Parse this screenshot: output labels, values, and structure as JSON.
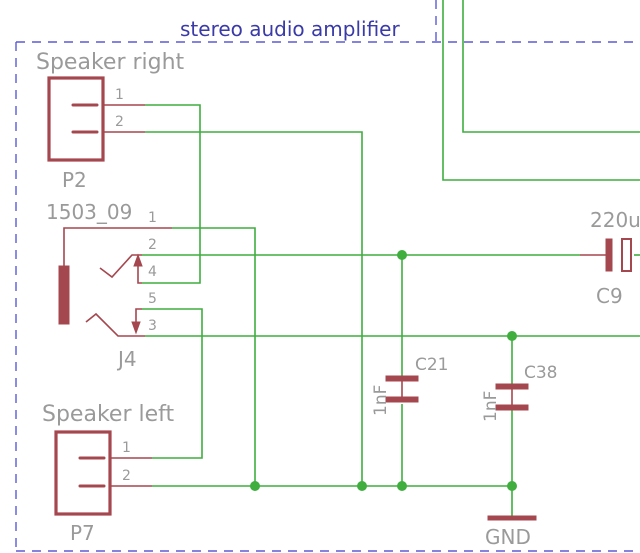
{
  "block": {
    "title": "stereo audio amplifier"
  },
  "parts": {
    "p2": {
      "title": "Speaker right",
      "ref": "P2",
      "pin1": "1",
      "pin2": "2"
    },
    "j4": {
      "value": "1503_09",
      "ref": "J4",
      "pin1": "1",
      "pin2": "2",
      "pin3": "3",
      "pin4": "4",
      "pin5": "5"
    },
    "p7": {
      "title": "Speaker left",
      "ref": "P7",
      "pin1": "1",
      "pin2": "2"
    },
    "c21": {
      "ref": "C21",
      "value": "1nF"
    },
    "c38": {
      "ref": "C38",
      "value": "1nF"
    },
    "c9": {
      "ref": "C9",
      "value": "220u"
    },
    "gnd": {
      "label": "GND"
    }
  },
  "colors": {
    "wire": "#3fae3f",
    "part": "#a5474f",
    "text": "#9a9a9a",
    "frame": "#5b5bd6"
  }
}
